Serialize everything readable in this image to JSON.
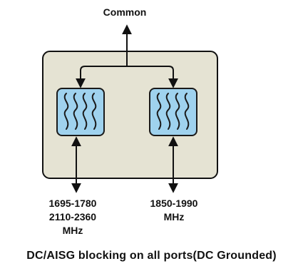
{
  "diagram": {
    "common_label": "Common",
    "ports": [
      {
        "lines": [
          "1695-1780",
          "2110-2360",
          "MHz"
        ]
      },
      {
        "lines": [
          "1850-1990",
          "MHz"
        ]
      }
    ],
    "caption": "DC/AISG blocking on all ports(DC Grounded)"
  },
  "colors": {
    "housing_fill": "#e5e3d3",
    "housing_stroke": "#111111",
    "filter_fill": "#9fd2ee",
    "filter_stroke": "#1a1a1a",
    "line": "#111111"
  },
  "icons": {
    "filter": "bandpass-filter-icon"
  }
}
